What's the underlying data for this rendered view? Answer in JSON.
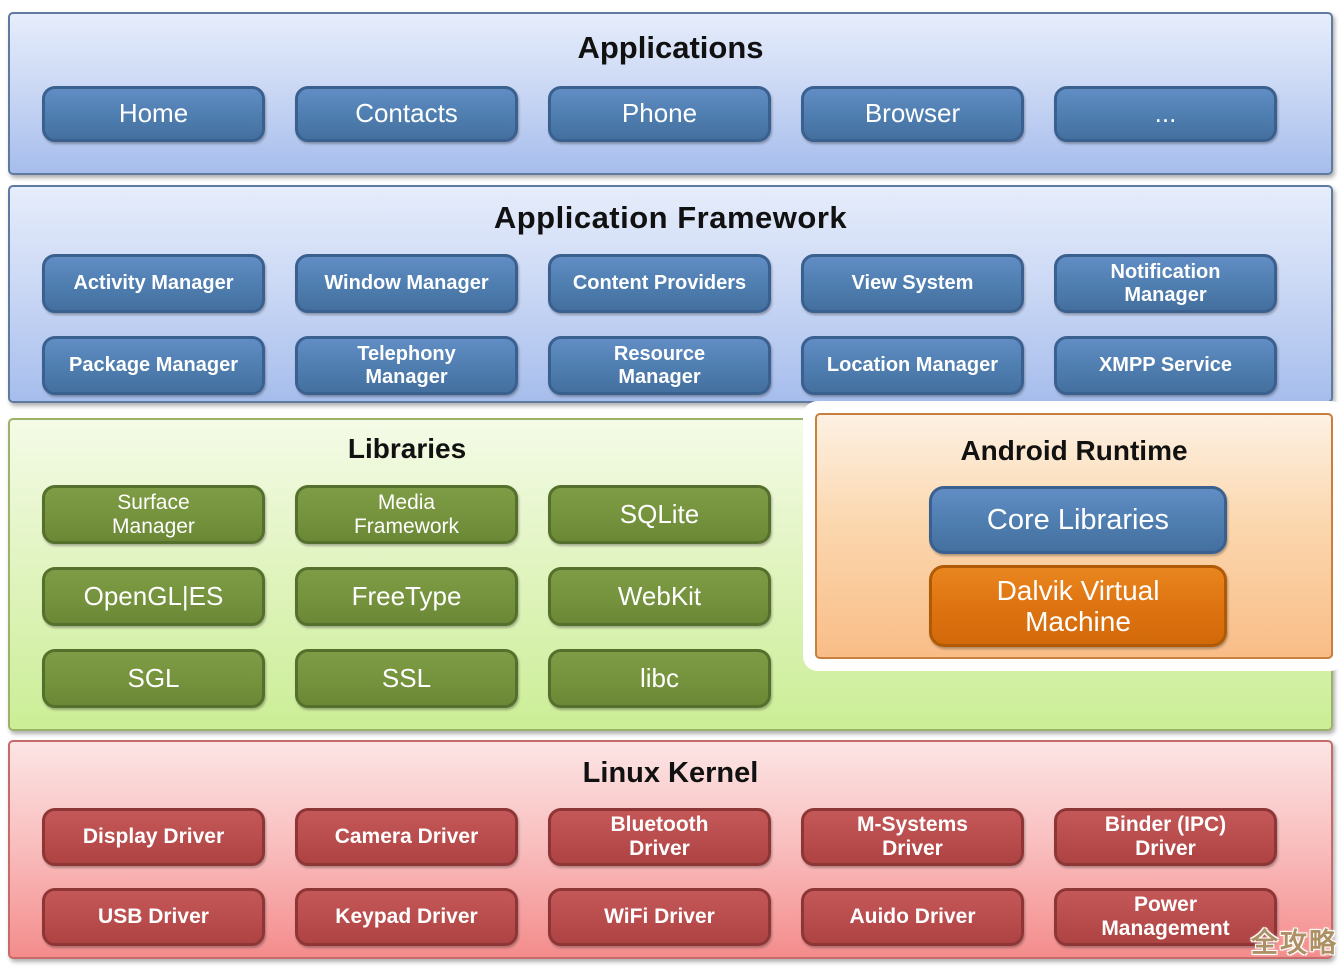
{
  "applications": {
    "title": "Applications",
    "buttons": [
      "Home",
      "Contacts",
      "Phone",
      "Browser",
      "..."
    ]
  },
  "framework": {
    "title": "Application Framework",
    "row1": [
      "Activity Manager",
      "Window Manager",
      "Content Providers",
      "View System",
      "Notification\nManager"
    ],
    "row2": [
      "Package Manager",
      "Telephony\nManager",
      "Resource\nManager",
      "Location Manager",
      "XMPP Service"
    ]
  },
  "libraries": {
    "title": "Libraries",
    "row1": [
      "Surface\nManager",
      "Media\nFramework",
      "SQLite"
    ],
    "row2": [
      "OpenGL|ES",
      "FreeType",
      "WebKit"
    ],
    "row3": [
      "SGL",
      "SSL",
      "libc"
    ]
  },
  "runtime": {
    "title": "Android Runtime",
    "core": "Core Libraries",
    "dalvik": "Dalvik Virtual\nMachine"
  },
  "kernel": {
    "title": "Linux Kernel",
    "row1": [
      "Display Driver",
      "Camera Driver",
      "Bluetooth\nDriver",
      "M-Systems\nDriver",
      "Binder (IPC)\nDriver"
    ],
    "row2": [
      "USB Driver",
      "Keypad Driver",
      "WiFi Driver",
      "Auido Driver",
      "Power\nManagement"
    ]
  },
  "watermark": "全攻略",
  "colors": {
    "node_blue": "#4e7daf",
    "node_green": "#75923d",
    "node_orange": "#dd7210",
    "node_red": "#b94c4c",
    "panel_blue": "#a6bdec",
    "panel_green": "#cbee96",
    "panel_orange": "#f9bd87",
    "panel_red": "#f48c8c"
  }
}
